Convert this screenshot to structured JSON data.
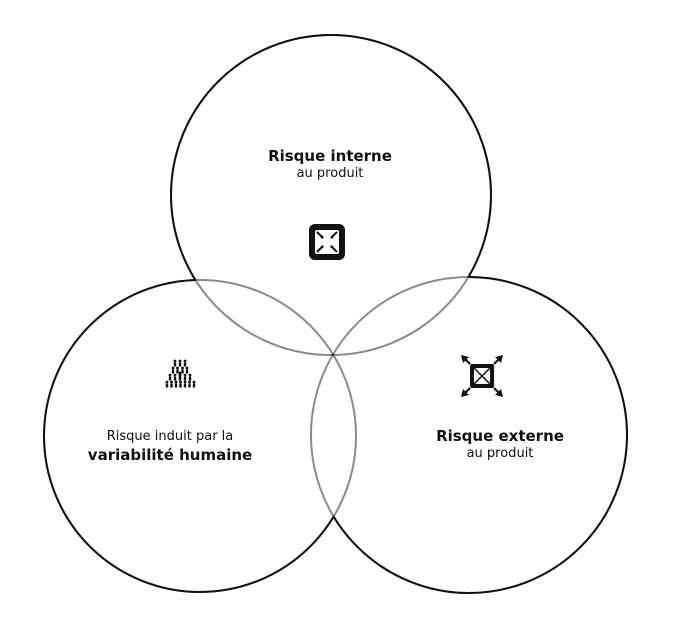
{
  "diagram": {
    "internal_risk": {
      "title": "Risque interne",
      "subtitle": "au produit",
      "icon": "inward-arrows-box-icon"
    },
    "external_risk": {
      "title": "Risque externe",
      "subtitle": "au produit",
      "icon": "outward-arrows-box-icon"
    },
    "human_variability_risk": {
      "line1": "Risque induit par la",
      "line2": "variabilité humaine",
      "icon": "people-pyramid-icon"
    },
    "colors": {
      "outline": "#111111",
      "overlap": "#8a8a8a",
      "background": "#ffffff"
    }
  }
}
